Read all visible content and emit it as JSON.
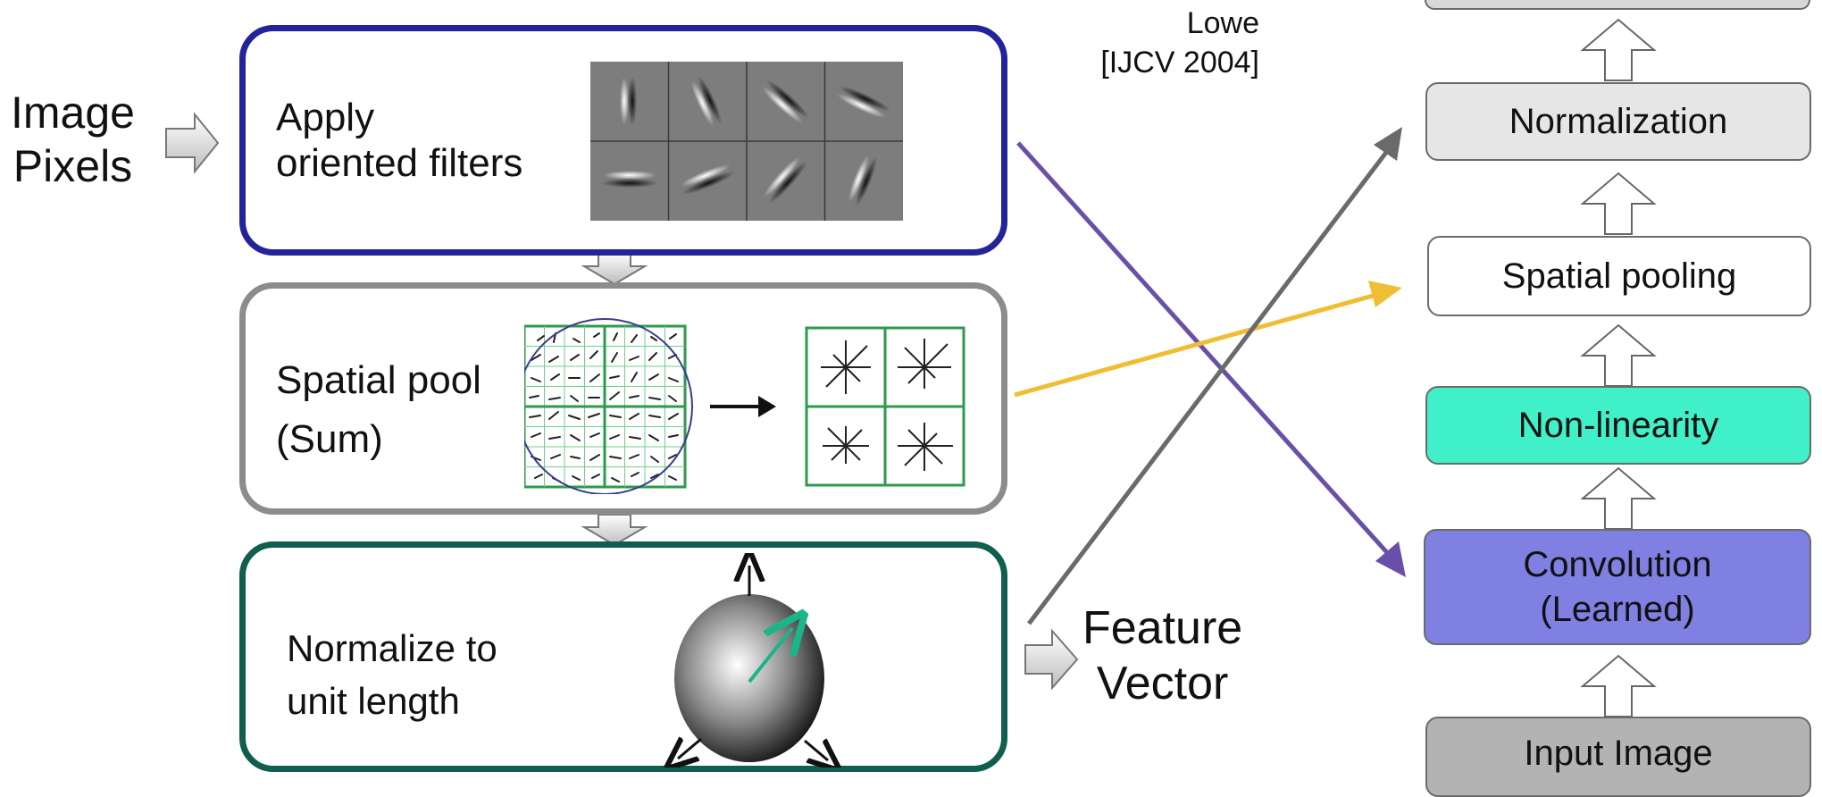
{
  "input_label": [
    "Image",
    "Pixels"
  ],
  "output_label": [
    "Feature",
    "Vector"
  ],
  "citation": {
    "author": "Lowe",
    "venue": "[IJCV 2004]"
  },
  "sift_stages": [
    {
      "label": [
        "Apply",
        "oriented filters"
      ],
      "border_color": "#23239a"
    },
    {
      "label": [
        "Spatial pool",
        "(Sum)"
      ],
      "border_color": "#8c8c8c"
    },
    {
      "label": [
        "Normalize to",
        "unit length"
      ],
      "border_color": "#0f5e4f"
    }
  ],
  "cnn_layers": [
    {
      "label": "Normalization",
      "fill": "#e6e6e6"
    },
    {
      "label": "Spatial pooling",
      "fill": "#ffffff"
    },
    {
      "label": "Non-linearity",
      "fill": "#3ff0c8"
    },
    {
      "label": "Convolution\n(Learned)",
      "fill": "#7f80e2"
    },
    {
      "label": "Input Image",
      "fill": "#b3b3b3"
    }
  ],
  "connector_colors": {
    "filters_to_convolution": "#6a4fa8",
    "pool_to_spatial_pooling": "#f0be35",
    "normalize_to_normalization": "#6a6a6a"
  }
}
